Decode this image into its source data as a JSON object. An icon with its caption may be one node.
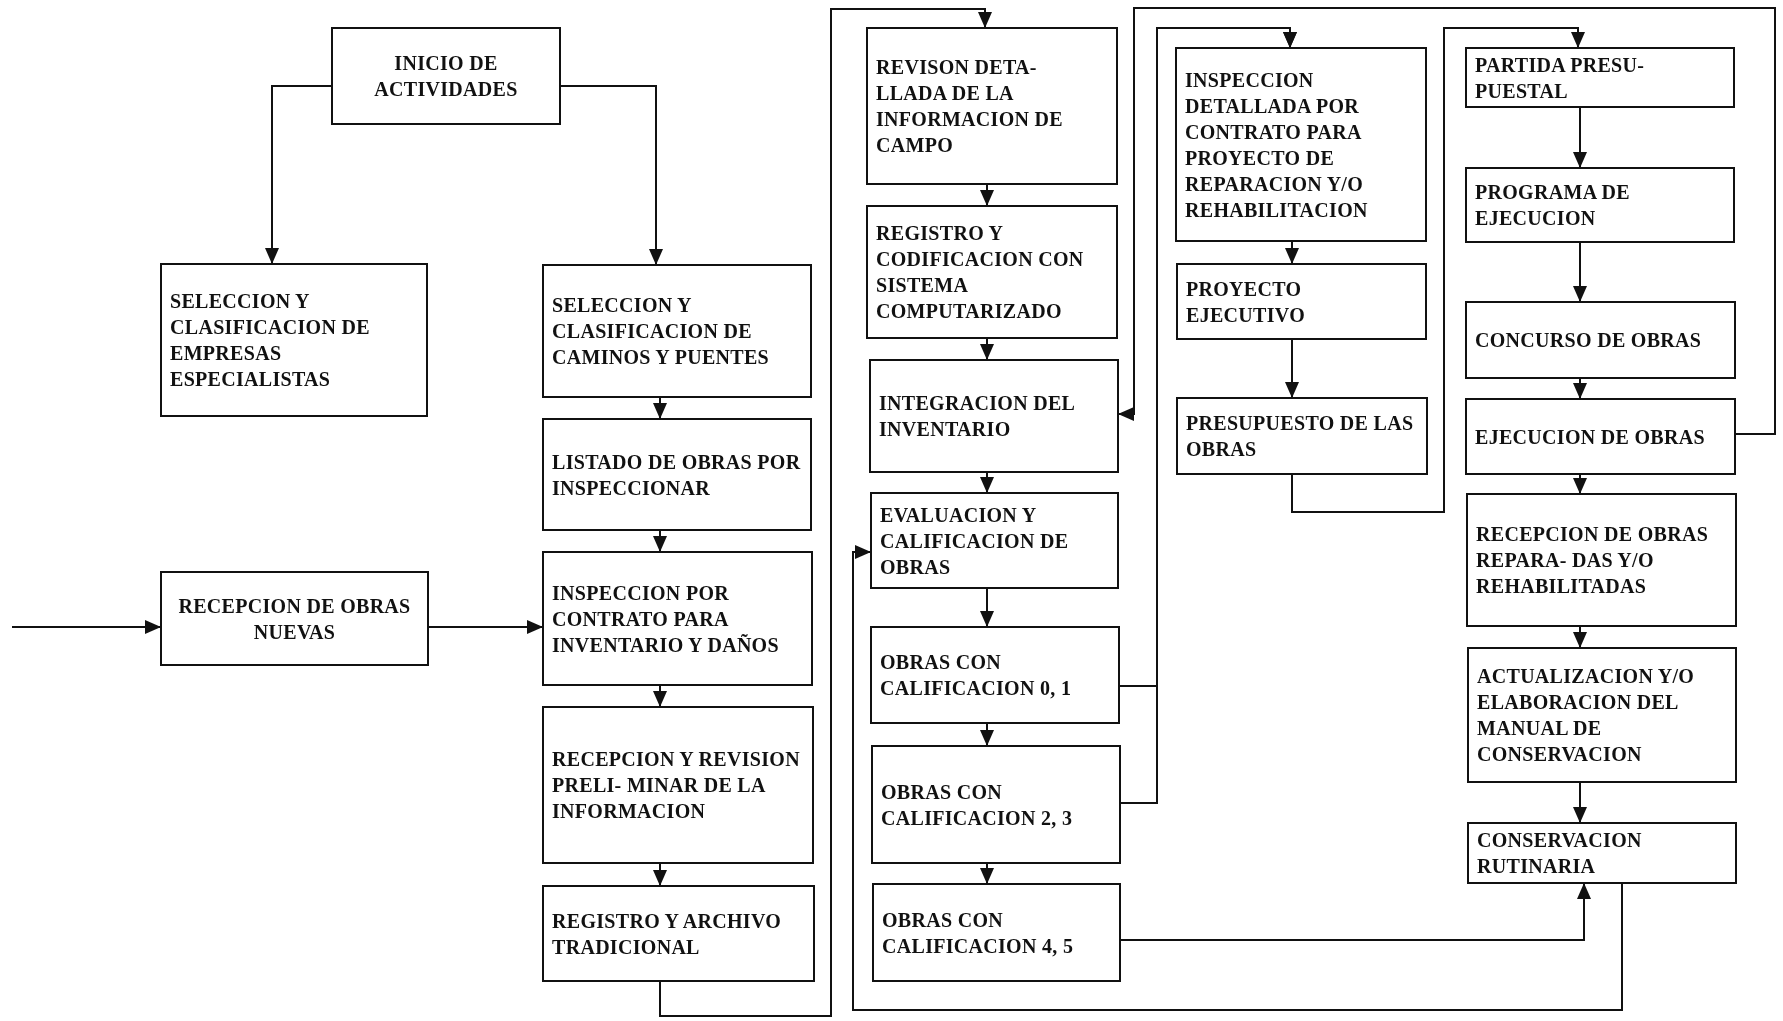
{
  "diagram": {
    "nodes": [
      {
        "text": [
          "INICIO DE ACTIVIDADES"
        ]
      },
      {
        "text": [
          "SELECCION Y CLASIFICACION DE EMPRESAS ESPECIALISTAS"
        ]
      },
      {
        "text": [
          "SELECCION Y CLASIFICACION DE CAMINOS Y PUENTES"
        ]
      },
      {
        "text": [
          "LISTADO DE OBRAS POR INSPECCIONAR"
        ]
      },
      {
        "text": [
          "RECEPCION DE OBRAS NUEVAS"
        ]
      },
      {
        "text": [
          "INSPECCION POR CONTRATO PARA INVENTARIO Y DAÑOS"
        ]
      },
      {
        "text": [
          "RECEPCION Y REVISION PRELI- MINAR DE LA INFORMACION"
        ]
      },
      {
        "text": [
          "REGISTRO Y ARCHIVO TRADICIONAL"
        ]
      },
      {
        "text": [
          "REVISON DETA- LLADA DE LA INFORMACION DE CAMPO"
        ]
      },
      {
        "text": [
          "REGISTRO Y CODIFICACION CON SISTEMA COMPUTARIZADO"
        ]
      },
      {
        "text": [
          "INTEGRACION DEL INVENTARIO"
        ]
      },
      {
        "text": [
          "EVALUACION Y CALIFICACION DE OBRAS"
        ]
      },
      {
        "text": [
          "OBRAS CON CALIFICACION 0, 1"
        ]
      },
      {
        "text": [
          "OBRAS CON CALIFICACION 2, 3"
        ]
      },
      {
        "text": [
          "OBRAS CON CALIFICACION 4, 5"
        ]
      },
      {
        "text": [
          "INSPECCION DETALLADA POR CONTRATO PARA PROYECTO DE REPARACION Y/O REHABILITACION"
        ]
      },
      {
        "text": [
          "PROYECTO EJECUTIVO"
        ]
      },
      {
        "text": [
          "PRESUPUESTO DE LAS OBRAS"
        ]
      },
      {
        "text": [
          "PARTIDA PRESU- PUESTAL"
        ]
      },
      {
        "text": [
          "PROGRAMA DE EJECUCION"
        ]
      },
      {
        "text": [
          "CONCURSO DE OBRAS"
        ]
      },
      {
        "text": [
          "EJECUCION DE OBRAS"
        ]
      },
      {
        "text": [
          "RECEPCION DE OBRAS REPARA- DAS Y/O REHABILITADAS"
        ]
      },
      {
        "text": [
          "ACTUALIZACION Y/O ELABORACION DEL MANUAL DE CONSERVACION"
        ]
      },
      {
        "text": [
          "CONSERVACION RUTINARIA"
        ]
      }
    ],
    "edges": [
      {
        "from": 0,
        "to": 1,
        "arrow": "to"
      },
      {
        "from": 0,
        "to": 2,
        "arrow": "to"
      },
      {
        "from": null,
        "to": 4,
        "arrow": "to"
      },
      {
        "from": 4,
        "to": 5,
        "arrow": "to"
      },
      {
        "from": 2,
        "to": 3,
        "arrow": "to"
      },
      {
        "from": 3,
        "to": 5,
        "arrow": "to"
      },
      {
        "from": 5,
        "to": 6,
        "arrow": "to"
      },
      {
        "from": 6,
        "to": 7,
        "arrow": "to"
      },
      {
        "from": 7,
        "to": 8,
        "arrow": "to"
      },
      {
        "from": 8,
        "to": 9,
        "arrow": "to"
      },
      {
        "from": 9,
        "to": 10,
        "arrow": "to"
      },
      {
        "from": 10,
        "to": 11,
        "arrow": "to"
      },
      {
        "from": 11,
        "to": 12,
        "arrow": "to"
      },
      {
        "from": 12,
        "to": 13,
        "arrow": "to"
      },
      {
        "from": 13,
        "to": 14,
        "arrow": "to"
      },
      {
        "from": 12,
        "to": 15,
        "arrow": "to"
      },
      {
        "from": 13,
        "to": 15,
        "arrow": "to"
      },
      {
        "from": 15,
        "to": 16,
        "arrow": "to"
      },
      {
        "from": 16,
        "to": 17,
        "arrow": "to"
      },
      {
        "from": 17,
        "to": 18,
        "arrow": "to"
      },
      {
        "from": 18,
        "to": 19,
        "arrow": "to"
      },
      {
        "from": 19,
        "to": 20,
        "arrow": "to"
      },
      {
        "from": 20,
        "to": 21,
        "arrow": "to"
      },
      {
        "from": 21,
        "to": 22,
        "arrow": "to"
      },
      {
        "from": 22,
        "to": 23,
        "arrow": "to"
      },
      {
        "from": 23,
        "to": 24,
        "arrow": "to"
      },
      {
        "from": 14,
        "to": 24,
        "arrow": "to"
      },
      {
        "from": 21,
        "to": 10,
        "arrow": "to"
      },
      {
        "from": 24,
        "to": 11,
        "arrow": "to"
      }
    ]
  }
}
